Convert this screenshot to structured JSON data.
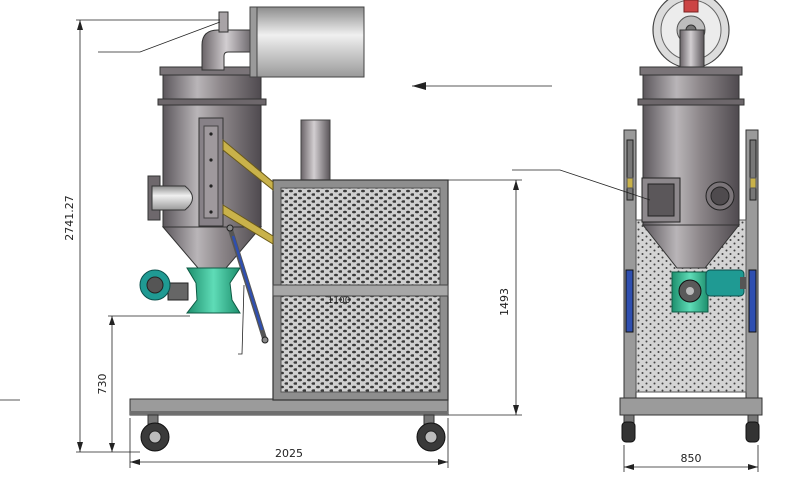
{
  "dimensions": {
    "total_height": "2741.27",
    "panel_height": "1493",
    "base_height": "730",
    "total_length": "2025",
    "total_width": "850",
    "panel_marking": "1100"
  },
  "colors": {
    "steel_dark": "#6f6a6e",
    "steel_light": "#d6d3d5",
    "panel": "#c9c9c9",
    "frame": "#8a8a8a",
    "valve_green": "#2fb890",
    "motor_teal": "#1f9a93",
    "cylinder_blue": "#2f4fb0",
    "brace_yellow": "#c9b24a"
  }
}
